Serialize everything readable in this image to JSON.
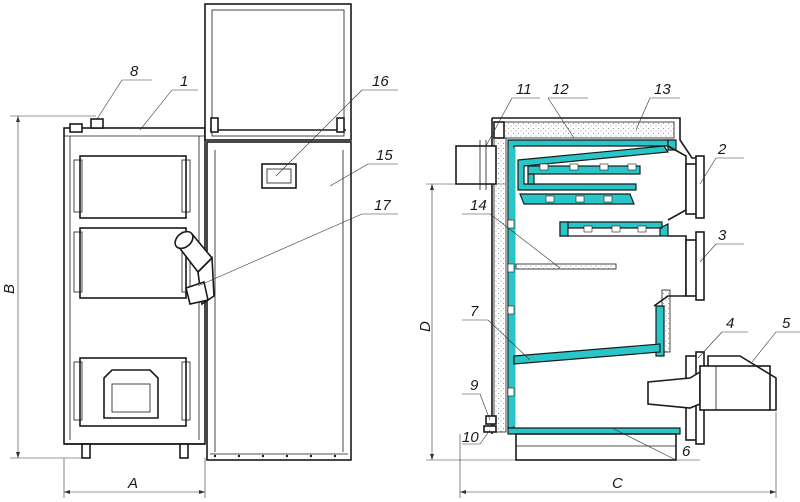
{
  "callouts": {
    "c1": "1",
    "c2": "2",
    "c3": "3",
    "c4": "4",
    "c5": "5",
    "c6": "6",
    "c7": "7",
    "c8": "8",
    "c9": "9",
    "c10": "10",
    "c11": "11",
    "c12": "12",
    "c13": "13",
    "c14": "14",
    "c15": "15",
    "c16": "16",
    "c17": "17"
  },
  "dimensions": {
    "A": "A",
    "B": "B",
    "C": "C",
    "D": "D"
  },
  "colors": {
    "water_jacket": "#28c6c8",
    "outline": "#1a1a1a",
    "background": "#ffffff"
  }
}
